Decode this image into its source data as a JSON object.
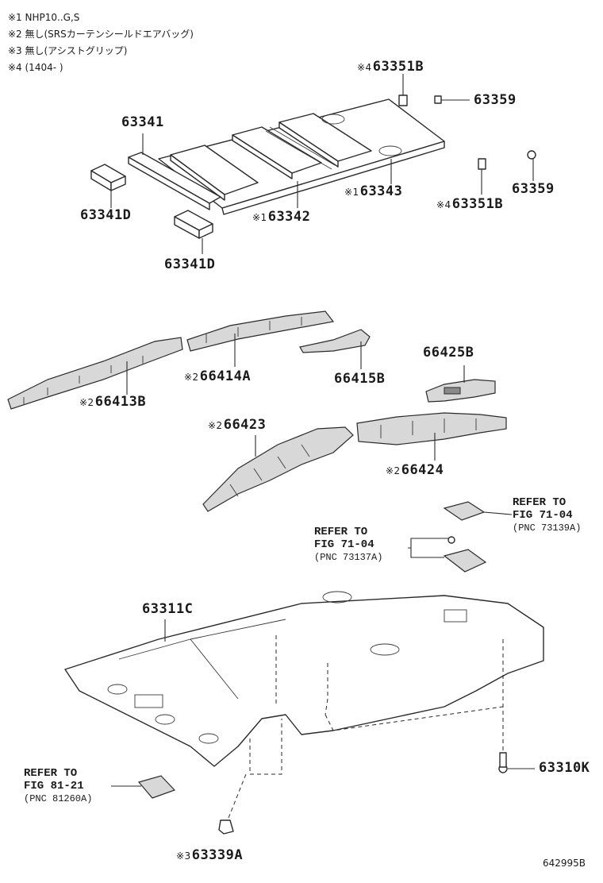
{
  "notes": [
    "※1 NHP10..G,S",
    "※2 無し(SRSカーテンシールドエアバッグ)",
    "※3 無し(アシストグリップ)",
    "※4 (1404-        )"
  ],
  "parts": [
    {
      "mark": "※4",
      "pn": "63351B"
    },
    {
      "mark": "",
      "pn": "63359"
    },
    {
      "mark": "",
      "pn": "63341"
    },
    {
      "mark": "※1",
      "pn": "63343"
    },
    {
      "mark": "",
      "pn": "63359"
    },
    {
      "mark": "※4",
      "pn": "63351B"
    },
    {
      "mark": "",
      "pn": "63341D"
    },
    {
      "mark": "※1",
      "pn": "63342"
    },
    {
      "mark": "",
      "pn": "63341D"
    },
    {
      "mark": "※2",
      "pn": "66414A"
    },
    {
      "mark": "",
      "pn": "66415B"
    },
    {
      "mark": "※2",
      "pn": "66413B"
    },
    {
      "mark": "",
      "pn": "66425B"
    },
    {
      "mark": "※2",
      "pn": "66423"
    },
    {
      "mark": "※2",
      "pn": "66424"
    },
    {
      "mark": "",
      "pn": "63311C"
    },
    {
      "mark": "",
      "pn": "63310K"
    },
    {
      "mark": "※3",
      "pn": "63339A"
    }
  ],
  "refs": [
    {
      "line1": "REFER TO",
      "line2": "FIG 71-04",
      "line3": "(PNC 73139A)"
    },
    {
      "line1": "REFER TO",
      "line2": "FIG 71-04",
      "line3": "(PNC 73137A)"
    },
    {
      "line1": "REFER TO",
      "line2": "FIG 81-21",
      "line3": "(PNC 81260A)"
    }
  ],
  "diagram_id": "642995B"
}
